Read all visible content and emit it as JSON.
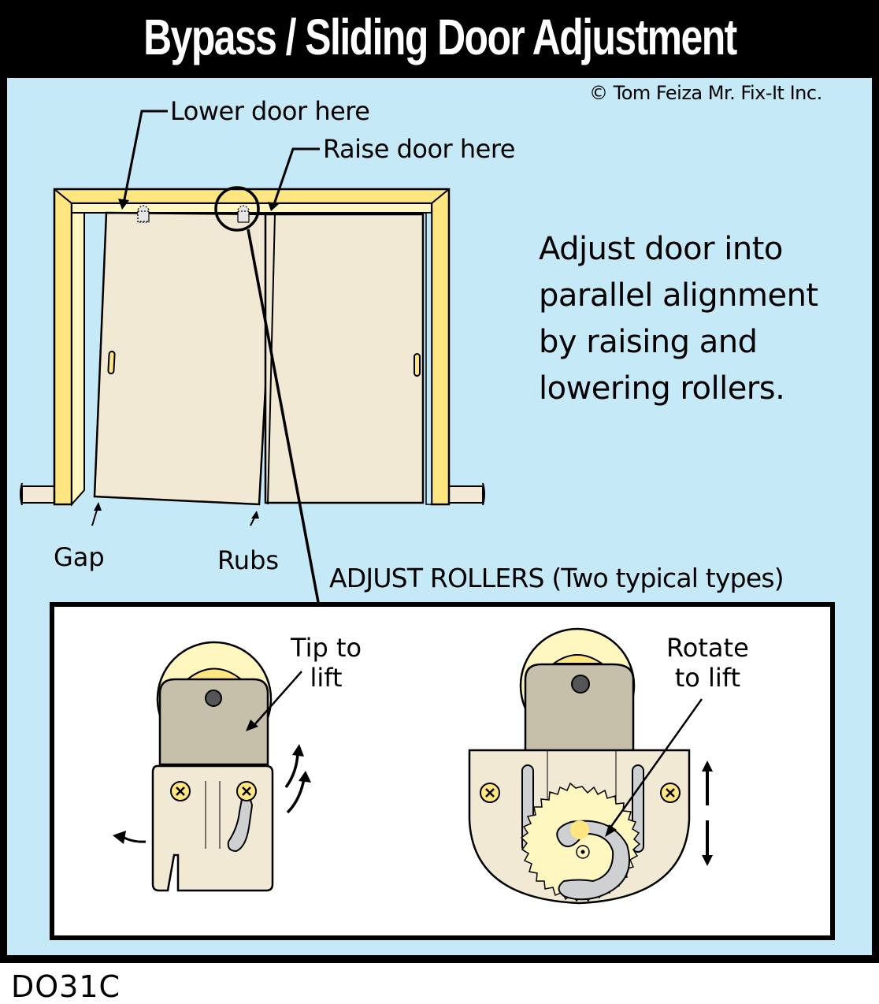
{
  "header": {
    "title": "Bypass / Sliding Door Adjustment"
  },
  "copyright": "© Tom Feiza Mr. Fix-It Inc.",
  "door_diagram": {
    "callout_lower": "Lower door here",
    "callout_raise": "Raise door here",
    "callout_gap": "Gap",
    "callout_rubs": "Rubs"
  },
  "description": {
    "lines": [
      "Adjust door into",
      "parallel alignment",
      "by raising and",
      "lowering rollers."
    ]
  },
  "rollers_section": {
    "heading": "ADJUST ROLLERS (Two typical types)",
    "type1": {
      "label_line1": "Tip to",
      "label_line2": "lift"
    },
    "type2": {
      "label_line1": "Rotate",
      "label_line2": "to lift"
    }
  },
  "footer": {
    "code": "DO31C"
  },
  "colors": {
    "background_panel": "#C6E9F8",
    "frame_border": "#000000",
    "door_frame_yellow": "#FFE680",
    "door_frame_light": "#FFF6C0",
    "door_panel": "#F1E9D4",
    "roller_bracket": "#C6BFAA",
    "slot_gray": "#CFD0D2",
    "screw_yellow": "#FFE680"
  }
}
